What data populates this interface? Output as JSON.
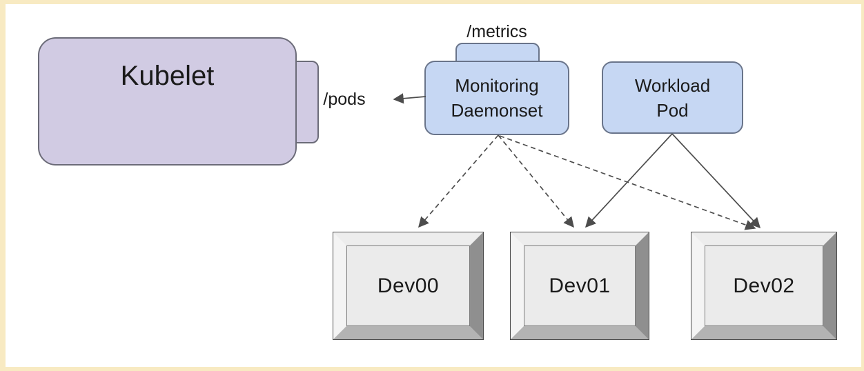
{
  "diagram": {
    "nodes": {
      "kubelet": {
        "label": "Kubelet"
      },
      "monitoring_daemonset": {
        "line1": "Monitoring",
        "line2": "Daemonset"
      },
      "workload_pod": {
        "line1": "Workload",
        "line2": "Pod"
      },
      "metrics_endpoint": {
        "label": "/metrics"
      },
      "pods_endpoint": {
        "label": "/pods"
      }
    },
    "devices": [
      {
        "label": "Dev00"
      },
      {
        "label": "Dev01"
      },
      {
        "label": "Dev02"
      }
    ],
    "edges": [
      {
        "from": "monitoring_daemonset",
        "to": "pods_endpoint",
        "style": "solid"
      },
      {
        "from": "monitoring_daemonset",
        "to": "Dev00",
        "style": "dashed"
      },
      {
        "from": "monitoring_daemonset",
        "to": "Dev01",
        "style": "dashed"
      },
      {
        "from": "monitoring_daemonset",
        "to": "Dev02",
        "style": "dashed"
      },
      {
        "from": "workload_pod",
        "to": "Dev01",
        "style": "solid"
      },
      {
        "from": "workload_pod",
        "to": "Dev02",
        "style": "solid"
      }
    ],
    "colors": {
      "frame_border": "#F8EAC2",
      "canvas": "#FFFFFF",
      "kubelet_fill": "#D1CBE3",
      "pod_fill": "#C6D7F3",
      "node_border": "#6B7280",
      "device_face": "#EBEBEB",
      "device_bevel_dark": "#8F8F8F",
      "arrow": "#4D4D4D",
      "text": "#1A1A1A"
    }
  }
}
